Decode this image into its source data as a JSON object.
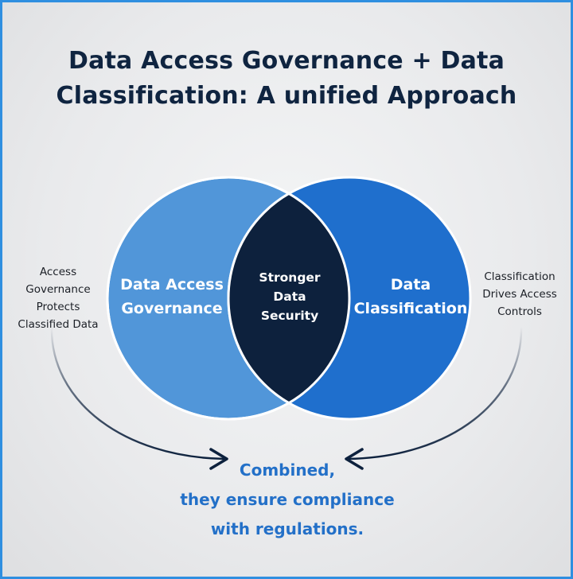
{
  "title": {
    "line1": "Data Access Governance + Data",
    "line2": "Classification: A unified Approach"
  },
  "left_circle": {
    "line1": "Data Access",
    "line2": "Governance",
    "color": "#5196d9"
  },
  "right_circle": {
    "line1": "Data",
    "line2": "Classification",
    "color": "#1f6fcd"
  },
  "intersection": {
    "line1": "Stronger",
    "line2": "Data",
    "line3": "Security",
    "color": "#0d213d"
  },
  "left_note": {
    "line1": "Access",
    "line2": "Governance",
    "line3": "Protects",
    "line4": "Classified Data"
  },
  "right_note": {
    "line1": "Classification",
    "line2": "Drives Access",
    "line3": "Controls"
  },
  "combined": {
    "line1": "Combined,",
    "line2": "they ensure compliance",
    "line3": "with regulations."
  },
  "colors": {
    "title": "#0f2440",
    "accent_text": "#2370c8",
    "border": "#2f8fe0"
  },
  "icons": {
    "left_arrow": "arrow-curve-right-icon",
    "right_arrow": "arrow-curve-left-icon"
  }
}
